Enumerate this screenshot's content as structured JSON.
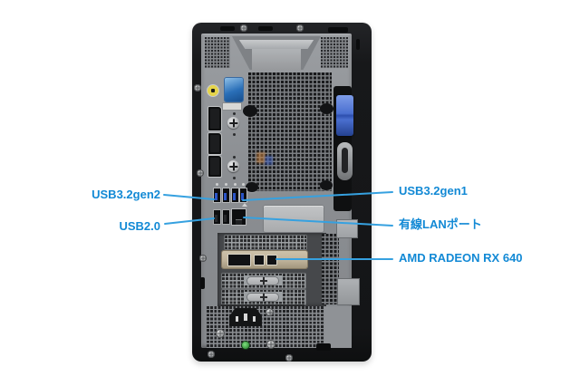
{
  "annotations": {
    "left": [
      {
        "label": "USB3.2gen2"
      },
      {
        "label": "USB2.0"
      }
    ],
    "right": [
      {
        "label": "USB3.2gen1"
      },
      {
        "label": "有線LANポート"
      },
      {
        "label": "AMD RADEON RX 640"
      }
    ]
  },
  "colors": {
    "label_text": "#1289d5",
    "leader_line": "#36a1e0",
    "latch_blue": "#4a6fd0",
    "gpu_bracket_tan": "#bfb29a",
    "audio_jack_yellow": "#e5d44a",
    "power_led_green": "#43a047",
    "case_black": "#1a1b1d",
    "panel_gray": "#909397",
    "background": "#ffffff"
  }
}
